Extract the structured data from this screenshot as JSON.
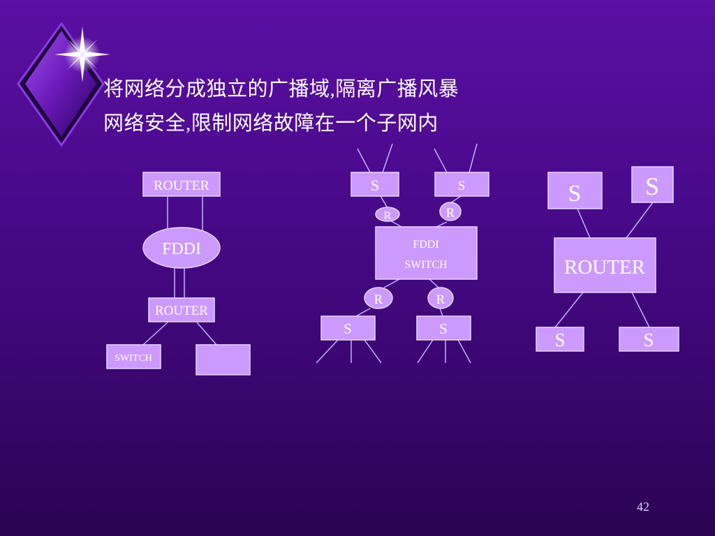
{
  "slide": {
    "title_line1": "将网络分成独立的广播域,隔离广播风暴",
    "title_line2": "网络安全,限制网络故障在一个子网内",
    "page_number": "42"
  },
  "diagram_left": {
    "router_top": "ROUTER",
    "fddi": "FDDI",
    "router_bottom": "ROUTER",
    "switch": "SWITCH"
  },
  "diagram_middle": {
    "switch_top_left": "S",
    "switch_top_right": "S",
    "router_top_left": "R",
    "router_top_right": "R",
    "fddi_switch_line1": "FDDI",
    "fddi_switch_line2": "SWITCH",
    "router_bottom_left": "R",
    "router_bottom_right": "R",
    "switch_bottom_left": "S",
    "switch_bottom_right": "S"
  },
  "diagram_right": {
    "switch_top_left": "S",
    "switch_top_right": "S",
    "router": "ROUTER",
    "switch_bottom_left": "S",
    "switch_bottom_right": "S"
  },
  "colors": {
    "box_fill": "#cc99ff",
    "box_stroke": "#e8d8ff",
    "line": "#c8b0ff",
    "background_top": "#5b0fa3",
    "background_bottom": "#2a0452"
  }
}
